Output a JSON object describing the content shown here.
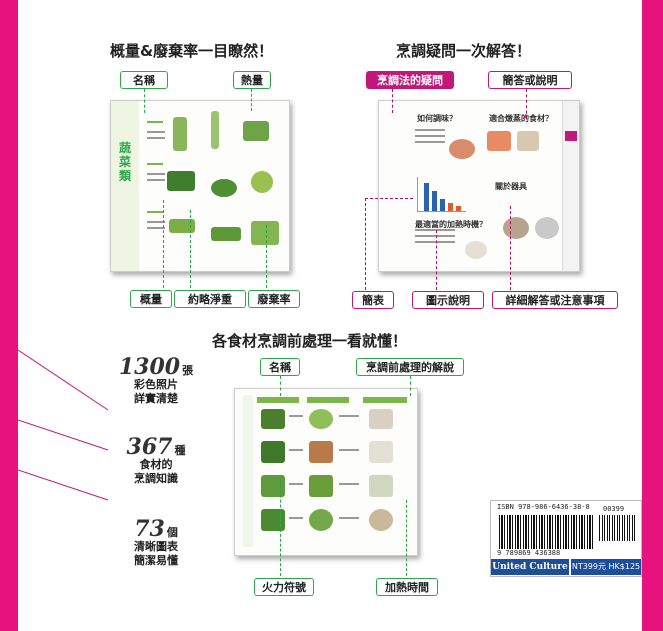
{
  "sections": {
    "top_left": {
      "heading": "概量&廢棄率一目瞭然！",
      "tags_top": [
        "名稱",
        "熱量"
      ],
      "tags_bottom": [
        "概量",
        "約略淨重",
        "廢棄率"
      ],
      "book_title": "蔬菜類"
    },
    "top_right": {
      "heading": "烹調疑問一次解答！",
      "tags_top": [
        "烹調法的疑問",
        "簡答或說明"
      ],
      "tags_bottom": [
        "簡表",
        "圖示說明",
        "詳細解答或注意事項"
      ],
      "book_heads": [
        "如何調味？",
        "適合燉蒸的食材？",
        "關於器具",
        "最適當的加熱時機？"
      ]
    },
    "middle": {
      "heading": "各食材烹調前處理一看就懂！",
      "tags_top": [
        "名稱",
        "烹調前處理的解說"
      ],
      "tags_bottom": [
        "火力符號",
        "加熱時間"
      ]
    },
    "left_stats": [
      {
        "number": "1300",
        "unit": "張",
        "lines": [
          "彩色照片",
          "詳實清楚"
        ]
      },
      {
        "number": "367",
        "unit": "種",
        "lines": [
          "食材的",
          "烹調知識"
        ]
      },
      {
        "number": "73",
        "unit": "個",
        "lines": [
          "清晰圖表",
          "簡潔易懂"
        ]
      }
    ],
    "barcode": {
      "isbn": "ISBN 978-986-6436-38-8",
      "number_left": "9 789869 436388",
      "number_right": "00399",
      "publisher": "United Culture",
      "price": "NT399元  HK$125"
    }
  },
  "colors": {
    "frame": "#e7127d",
    "green": "#2ea84a",
    "magenta": "#c2187a",
    "publisher_blue": "#1c4e9a"
  }
}
